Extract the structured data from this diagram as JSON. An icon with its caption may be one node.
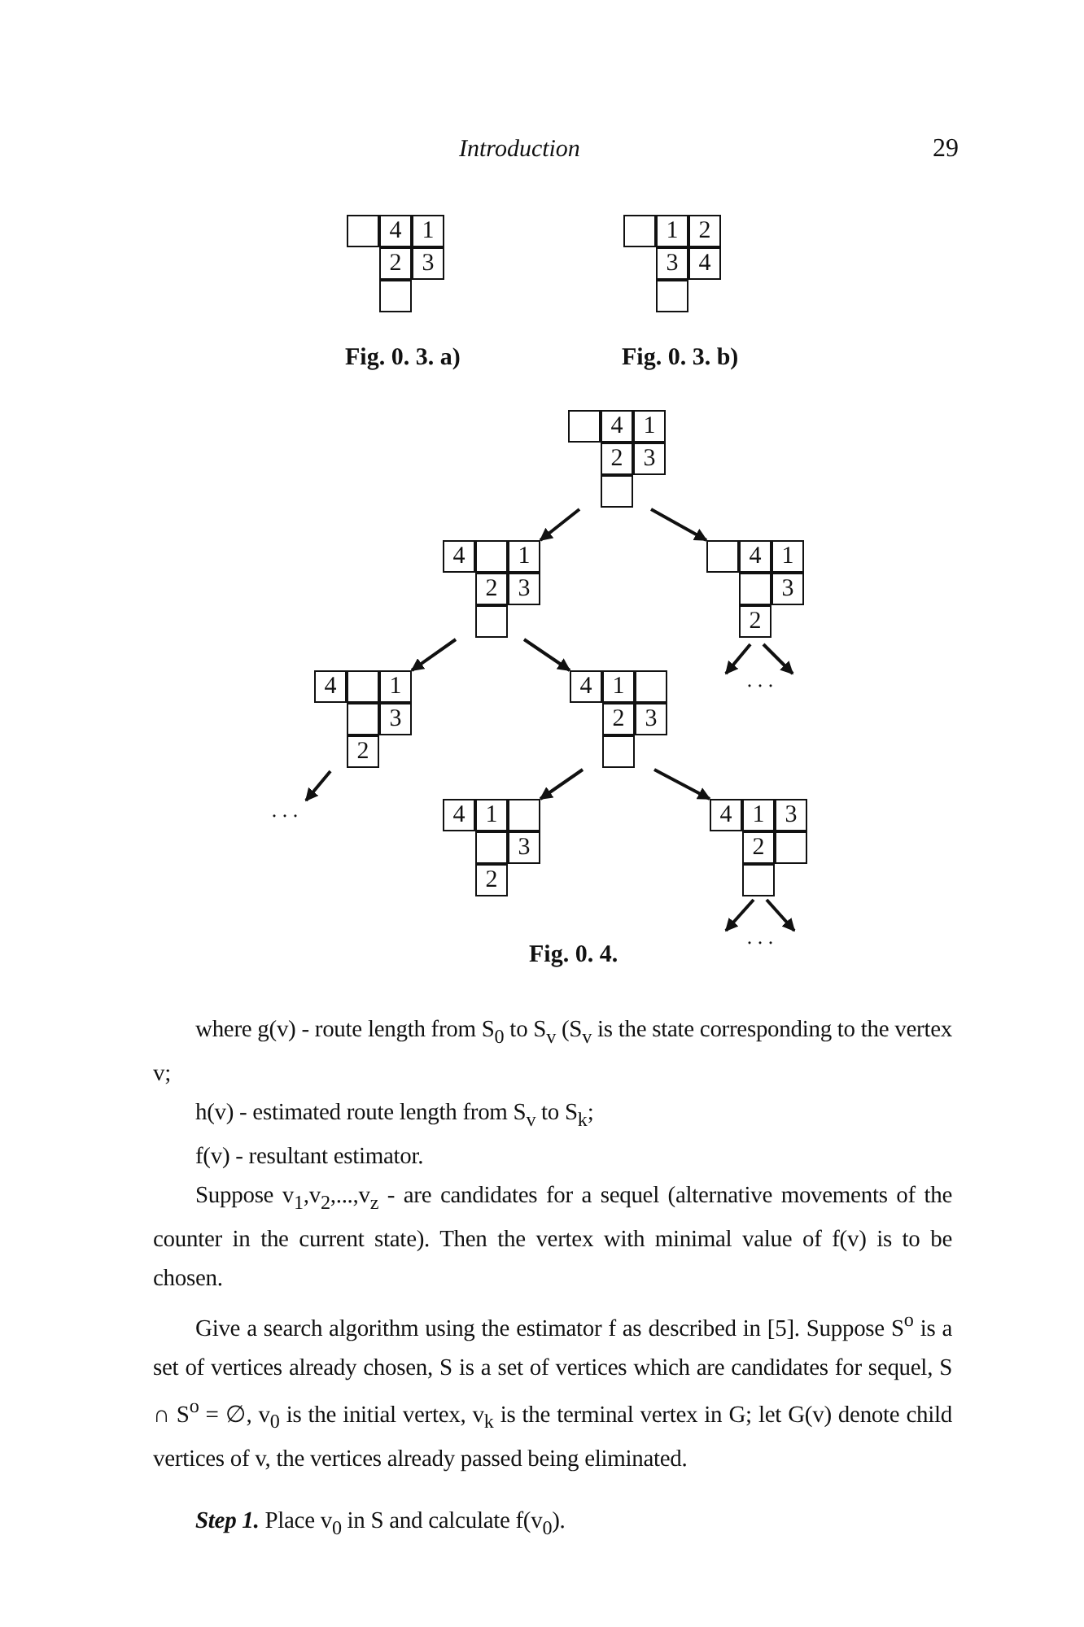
{
  "diagram": {
    "caption": "Fig. 0. 4.",
    "nodes": [
      {
        "text": [
          "4",
          "1",
          "2",
          "3"
        ],
        "beside": [
          "Fig. 0. 3. a)"
        ]
      },
      {
        "text": [
          "1",
          "2",
          "3",
          "4"
        ],
        "beside": [
          "Fig. 0. 3. b)"
        ]
      },
      {
        "text": [
          "4",
          "1",
          "2",
          "3"
        ]
      },
      {
        "text": [
          "4",
          "1",
          "2",
          "3"
        ]
      },
      {
        "text": [
          "4",
          "1",
          "3",
          "2"
        ]
      },
      {
        "text": [
          "4",
          "1",
          "3",
          "2"
        ]
      },
      {
        "text": [
          "4",
          "1",
          "2",
          "3"
        ]
      },
      {
        "text": [
          "4",
          "1",
          "3",
          "2"
        ]
      },
      {
        "text": [
          "4",
          "1",
          "3",
          "2"
        ]
      },
      {
        "text": [
          ". . ."
        ]
      },
      {
        "text": [
          ". . ."
        ]
      },
      {
        "text": [
          ". . ."
        ]
      }
    ],
    "edges": [
      {
        "from": 2,
        "to": 3,
        "arrow": "to"
      },
      {
        "from": 2,
        "to": 4,
        "arrow": "to"
      },
      {
        "from": 3,
        "to": 5,
        "arrow": "to"
      },
      {
        "from": 3,
        "to": 6,
        "arrow": "to"
      },
      {
        "from": 6,
        "to": 7,
        "arrow": "to"
      },
      {
        "from": 6,
        "to": 8,
        "arrow": "to"
      },
      {
        "from": 4,
        "to": 9,
        "arrow": "to"
      },
      {
        "from": 4,
        "to": 9,
        "arrow": "to"
      },
      {
        "from": 5,
        "to": 10,
        "arrow": "to"
      },
      {
        "from": 8,
        "to": 11,
        "arrow": "to"
      },
      {
        "from": 8,
        "to": 11,
        "arrow": "to"
      }
    ],
    "labels": [
      "Introduction",
      "29",
      "where g(v) - route length from S$_{0}$ to S$_{v}$ (S$_{v}$ is the state corresponding to the vertex v;",
      "h(v) - estimated route length from S$_{v}$ to S$_{k}$;",
      "f(v) - resultant estimator.",
      "Suppose v$_{1}$,v$_{2}$,...,v$_{z}$ - are candidates for a sequel (alternative movements of the counter in the current state). Then the vertex with minimal value of f(v) is to be chosen.",
      "Give a search algorithm using the estimator f as described in [5]. Suppose S$^{o}$ is a set of vertices already chosen, S is a set of vertices which are candidates for sequel, S ∩ S$^{o}$ = ∅, v$_{0}$ is the initial vertex, v$_{k}$ is the terminal vertex in G; let G(v) denote child vertices of v, the vertices already passed being eliminated.",
      "**Step 1.** Place v$_{0}$ in S and calculate f(v$_{0}$)."
    ]
  }
}
